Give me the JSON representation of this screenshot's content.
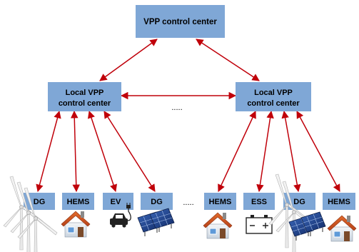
{
  "diagram": {
    "top_node": "VPP control center",
    "local_left": {
      "line1": "Local VPP",
      "line2": "control center"
    },
    "local_right": {
      "line1": "Local VPP",
      "line2": "control center"
    },
    "middle_ellipsis": ".....",
    "bottom_ellipsis": ".....",
    "left_group": [
      {
        "label": "DG",
        "icon": "wind-turbine-icon"
      },
      {
        "label": "HEMS",
        "icon": "house-icon"
      },
      {
        "label": "EV",
        "icon": "electric-car-icon"
      },
      {
        "label": "DG",
        "icon": "solar-panel-icon"
      }
    ],
    "right_group": [
      {
        "label": "HEMS",
        "icon": "house-icon"
      },
      {
        "label": "ESS",
        "icon": "battery-icon"
      },
      {
        "label": "DG",
        "icon": "solar-panel-icon"
      },
      {
        "label": "HEMS",
        "icon": "house-icon"
      }
    ],
    "colors": {
      "box_fill": "#7fa7d6",
      "arrow": "#c0000a"
    }
  }
}
